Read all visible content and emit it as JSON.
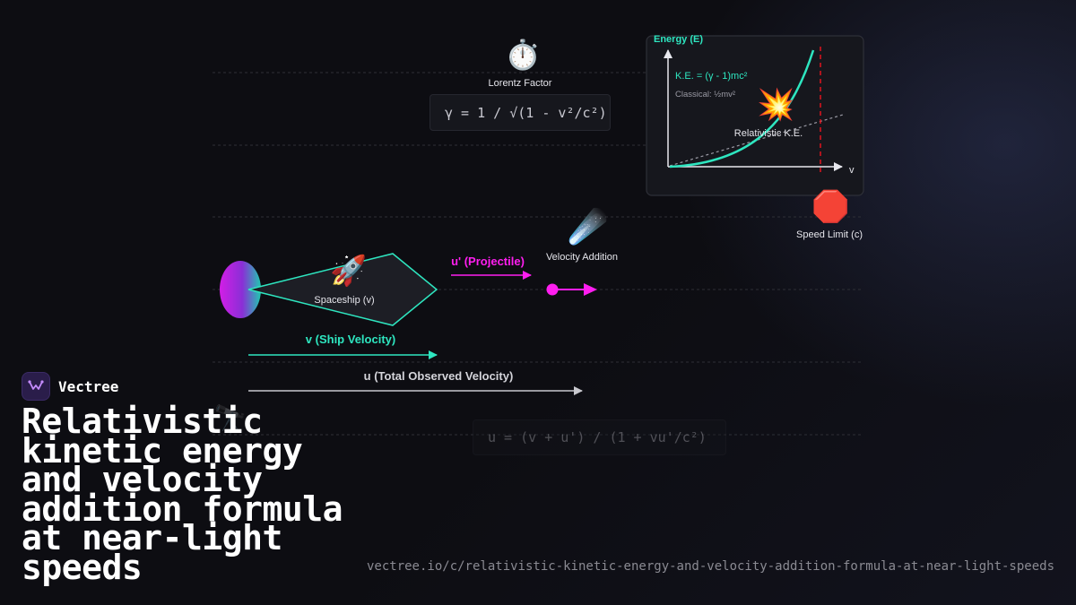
{
  "diagram": {
    "lorentz": {
      "icon": "stopwatch-icon",
      "glyph": "⏱️",
      "label": "Lorentz Factor",
      "formula": "γ = 1 / √(1 - v²/c²)"
    },
    "energy_chart": {
      "y_axis_label": "Energy (E)",
      "x_axis_label": "v",
      "relativistic_formula": "K.E. = (γ - 1)mc²",
      "classical_formula": "Classical: ½mv²",
      "curve_label": "Relativistic K.E.",
      "explosion_glyph": "💥",
      "explosion_icon": "explosion-icon"
    },
    "speed_limit": {
      "icon": "stop-sign-icon",
      "glyph": "🛑",
      "label": "Speed Limit (c)"
    },
    "spaceship": {
      "icon": "rocket-icon",
      "glyph": "🚀",
      "label": "Spaceship (v)"
    },
    "projectile": {
      "label": "u' (Projectile)"
    },
    "velocity_addition": {
      "icon": "comet-icon",
      "glyph": "☄️",
      "label": "Velocity Addition"
    },
    "ship_velocity": {
      "label": "v (Ship Velocity)"
    },
    "total_velocity": {
      "label": "u (Total Observed Velocity)"
    },
    "faded_formula": "u = (v + u') / (1 + vu'/c²)",
    "faded_icon": {
      "icon": "telescope-icon",
      "glyph": "🔭"
    }
  },
  "colors": {
    "accent_green": "#2ee6c0",
    "accent_magenta": "#ff1ef0",
    "limit_red": "#e0141e",
    "axis": "#e8e8ee",
    "total_arrow": "#c8c8ce",
    "grid": "#2e2f36"
  },
  "brand": {
    "name": "Vectree",
    "logo_icon": "vectree-logo-icon"
  },
  "title": "Relativistic kinetic energy and velocity addition formula at near-light speeds",
  "url": "vectree.io/c/relativistic-kinetic-energy-and-velocity-addition-formula-at-near-light-speeds"
}
